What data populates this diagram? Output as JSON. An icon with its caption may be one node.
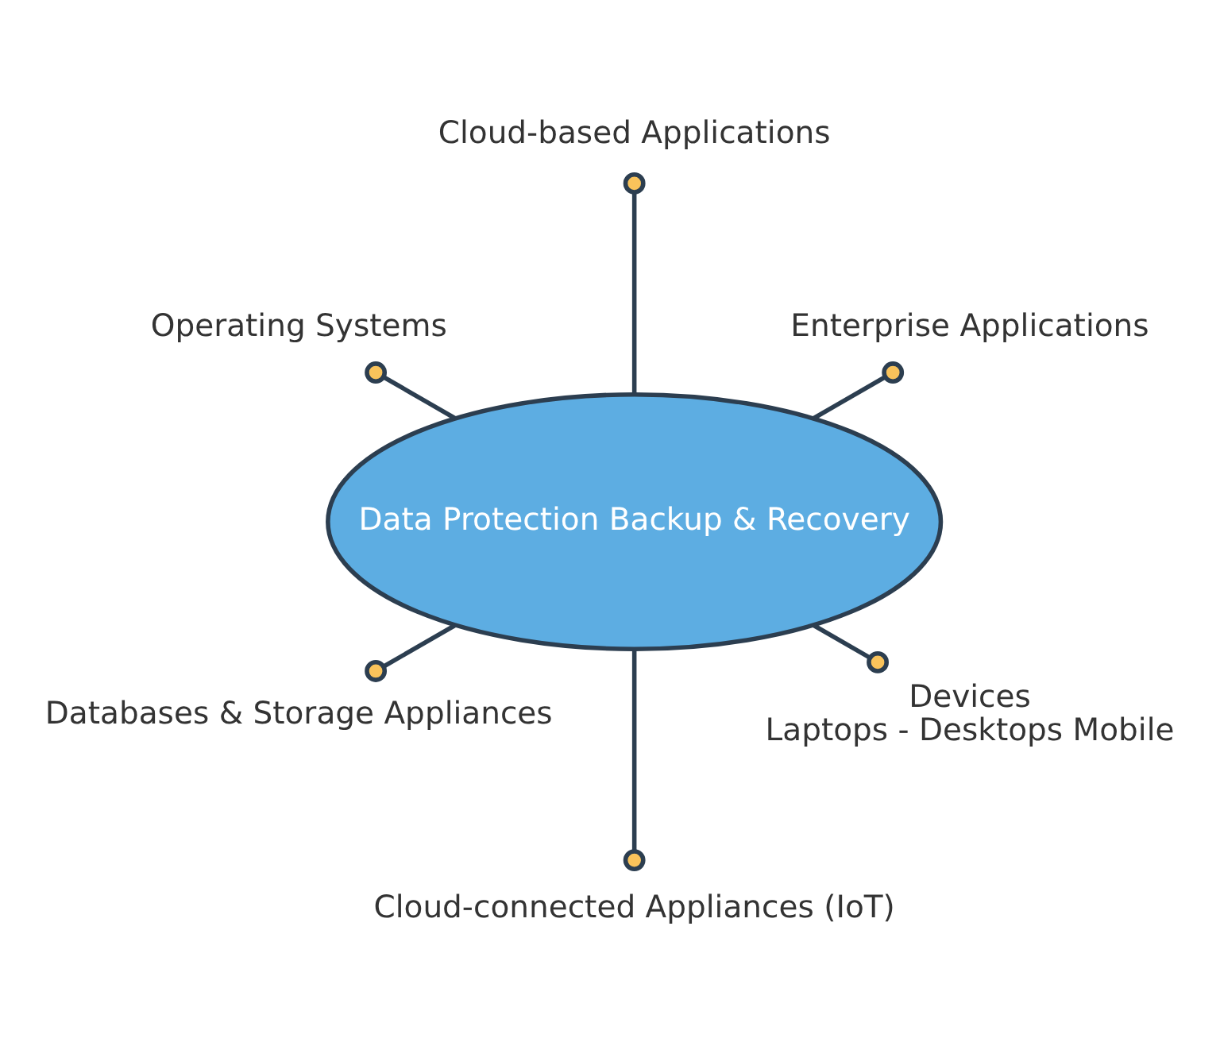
{
  "diagram": {
    "nodes": [
      {
        "text": [
          "Data Protection Backup & Recovery"
        ]
      },
      {
        "text": [
          "Enterprise Applications"
        ]
      },
      {
        "text": [
          "Cloud-based Applications"
        ]
      },
      {
        "text": [
          "Operating Systems"
        ]
      },
      {
        "text": [
          "Databases & Storage Appliances"
        ]
      },
      {
        "text": [
          "Cloud-connected Appliances (IoT)"
        ]
      },
      {
        "text": [
          "Devices",
          "Laptops - Desktops Mobile"
        ]
      }
    ],
    "edges": [
      {
        "from": 0,
        "to": 1,
        "arrow": "other"
      },
      {
        "from": 0,
        "to": 2,
        "arrow": "other"
      },
      {
        "from": 0,
        "to": 3,
        "arrow": "other"
      },
      {
        "from": 0,
        "to": 4,
        "arrow": "other"
      },
      {
        "from": 0,
        "to": 5,
        "arrow": "other"
      },
      {
        "from": 0,
        "to": 6,
        "arrow": "other"
      }
    ]
  }
}
